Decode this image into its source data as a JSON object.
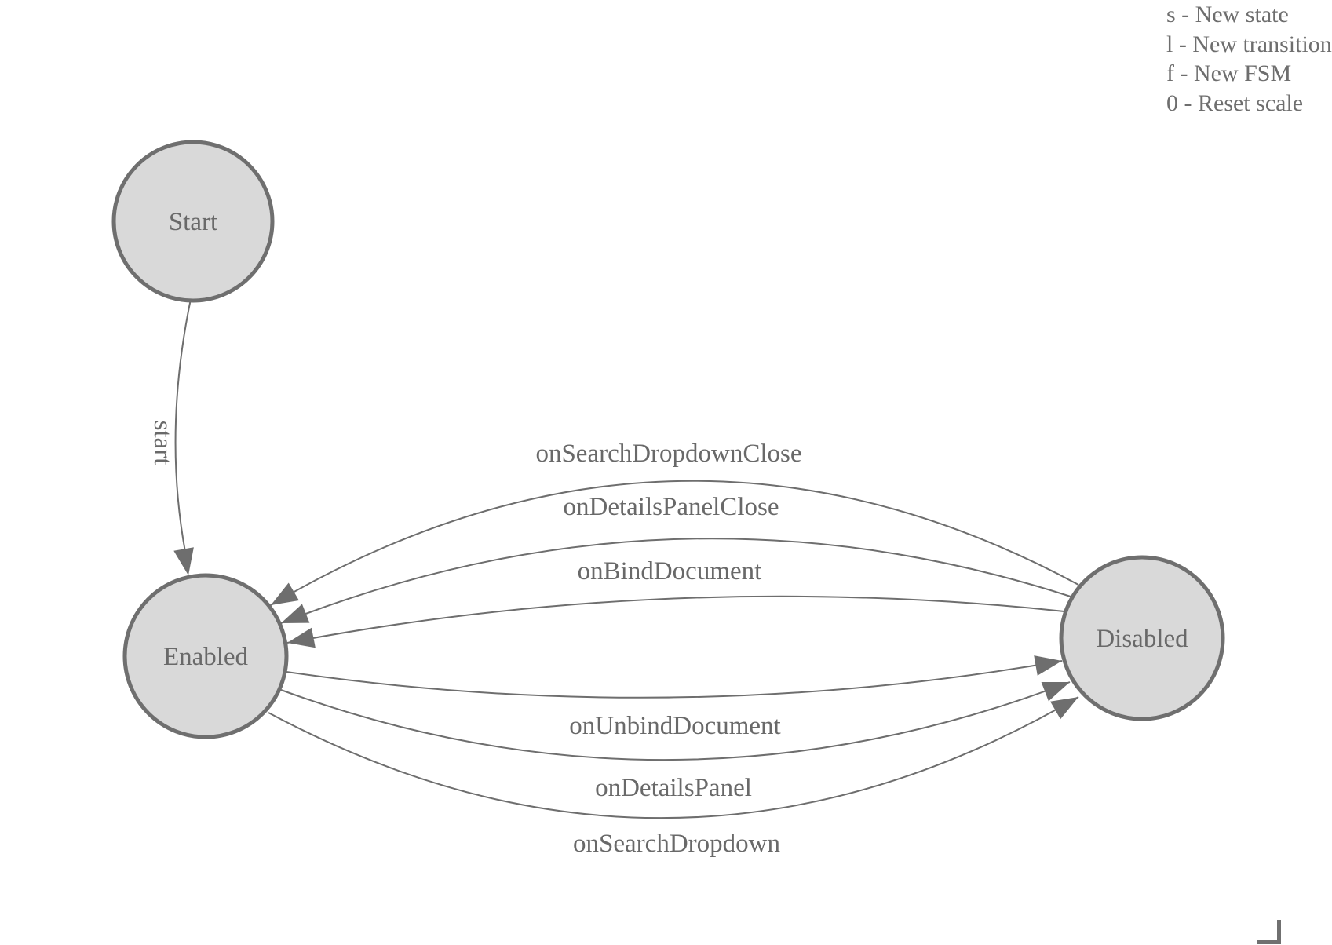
{
  "legend": {
    "lines": [
      "s - New state",
      "l - New transition",
      "f - New FSM",
      "0 - Reset scale"
    ]
  },
  "diagram": {
    "nodes": [
      {
        "id": "start",
        "label": "Start"
      },
      {
        "id": "enabled",
        "label": "Enabled"
      },
      {
        "id": "disabled",
        "label": "Disabled"
      }
    ],
    "edges": [
      {
        "from": "Start",
        "to": "Enabled",
        "label": "start"
      },
      {
        "from": "Disabled",
        "to": "Enabled",
        "label": "onSearchDropdownClose"
      },
      {
        "from": "Disabled",
        "to": "Enabled",
        "label": "onDetailsPanelClose"
      },
      {
        "from": "Disabled",
        "to": "Enabled",
        "label": "onBindDocument"
      },
      {
        "from": "Enabled",
        "to": "Disabled",
        "label": "onUnbindDocument"
      },
      {
        "from": "Enabled",
        "to": "Disabled",
        "label": "onDetailsPanel"
      },
      {
        "from": "Enabled",
        "to": "Disabled",
        "label": "onSearchDropdown"
      }
    ],
    "colors": {
      "node_fill": "#d9d9d9",
      "node_stroke": "#6f6f6f",
      "edge_stroke": "#6e6e6e",
      "label_text": "#696969",
      "background": "#ffffff"
    }
  }
}
